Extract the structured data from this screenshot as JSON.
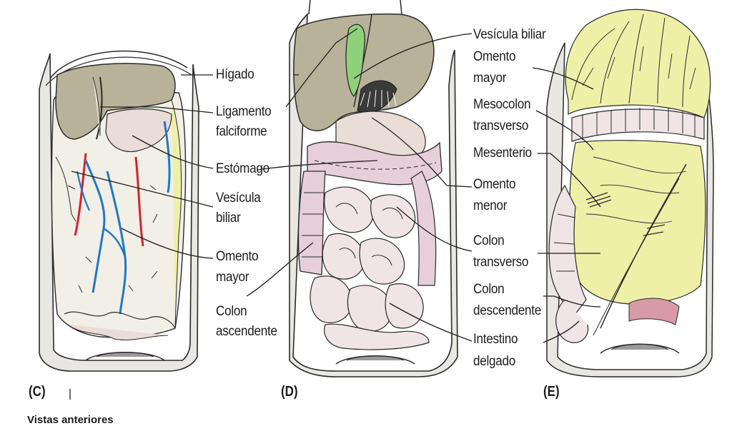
{
  "panels": [
    {
      "letter": "(C)",
      "labels": [
        "Hígado",
        "Ligamento",
        "falciforme",
        "Estómago",
        "Vesícula",
        "biliar",
        "Omento",
        "mayor",
        "Colon",
        "ascendente"
      ]
    },
    {
      "letter": "(D)",
      "labels": [
        "Vesícula biliar",
        "Omento",
        "mayor",
        "Mesocolon",
        "transverso",
        "Mesenterio",
        "Omento",
        "menor",
        "Colon",
        "transverso",
        "Colon",
        "descendente",
        "Intestino",
        "delgado"
      ]
    },
    {
      "letter": "(E)"
    }
  ],
  "caption": "Vistas anteriores",
  "colors": {
    "outline": "#2a2a2a",
    "liver": "#b9b29a",
    "omentum": "#f1efe6",
    "fat_yellow": "#eef0a8",
    "colon": "#e6cfd9",
    "gallbladder": "#8fd07a",
    "artery": "#d4232b",
    "vein": "#1f78c8"
  }
}
